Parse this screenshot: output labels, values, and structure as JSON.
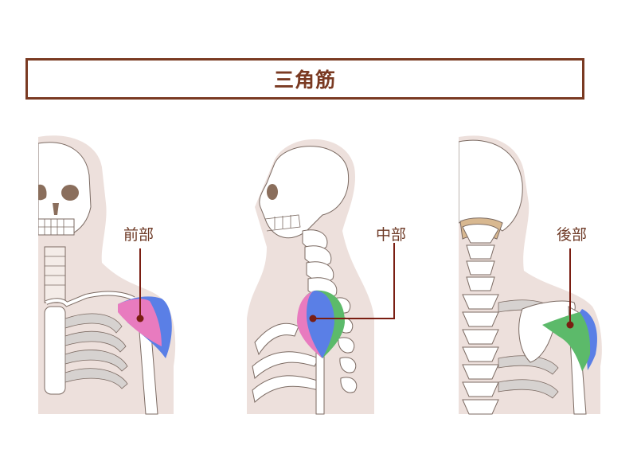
{
  "title": "三角筋",
  "panels": [
    {
      "view": "front",
      "label": "前部",
      "highlight_color": "#e87bbf"
    },
    {
      "view": "side",
      "label": "中部",
      "highlight_color": "#5a7fe6"
    },
    {
      "view": "back",
      "label": "後部",
      "highlight_color": "#5cba6a"
    }
  ],
  "colors": {
    "frame": "#7a3a22",
    "label_text": "#6e3a26",
    "leader_line": "#7a1e12",
    "body_silhouette": "#ede0dc",
    "bone_fill": "#ffffff",
    "bone_outline": "#7b6a62",
    "rib_shadow": "#d6d2d0",
    "anterior_deltoid": "#e87bbf",
    "middle_deltoid": "#5a7fe6",
    "posterior_deltoid": "#5cba6a",
    "eye_socket": "#8a6e5c"
  }
}
